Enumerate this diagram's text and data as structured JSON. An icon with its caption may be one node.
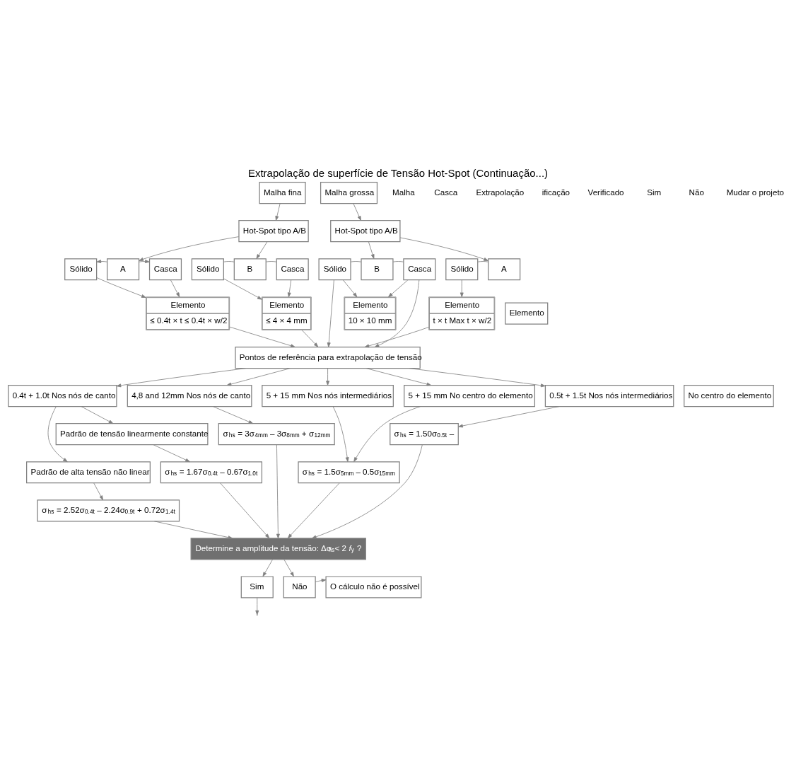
{
  "diagram": {
    "title": "Extrapolação de superfície de Tensão Hot-Spot (Continuação...)",
    "nodes": [
      {
        "text": [
          "Malha fina"
        ]
      },
      {
        "text": [
          "Malha grossa"
        ]
      },
      {
        "text": [
          "Hot-Spot tipo A/B"
        ]
      },
      {
        "text": [
          "Hot-Spot tipo A/B"
        ]
      },
      {
        "text": [
          "Sólido"
        ]
      },
      {
        "text": [
          "A"
        ]
      },
      {
        "text": [
          "Casca"
        ]
      },
      {
        "text": [
          "Sólido"
        ]
      },
      {
        "text": [
          "B"
        ]
      },
      {
        "text": [
          "Casca"
        ]
      },
      {
        "text": [
          "Sólido"
        ]
      },
      {
        "text": [
          "B"
        ]
      },
      {
        "text": [
          "Casca"
        ]
      },
      {
        "text": [
          "Sólido"
        ]
      },
      {
        "text": [
          "A"
        ]
      },
      {
        "text": [
          "Elemento",
          "≤ 0.4t × t ≤ 0.4t × w/2"
        ]
      },
      {
        "text": [
          "Elemento",
          "≤ 4 × 4 mm"
        ]
      },
      {
        "text": [
          "Elemento",
          "10 × 10 mm"
        ]
      },
      {
        "text": [
          "Elemento",
          "t × t Max t × w/2"
        ]
      },
      {
        "text": [
          "Elemento"
        ]
      },
      {
        "text": [
          "Pontos de referência para extrapolação de tensão"
        ]
      },
      {
        "text": [
          "0.4t + 1.0t Nos nós de canto"
        ]
      },
      {
        "text": [
          "4,8 and 12mm Nos nós de canto"
        ]
      },
      {
        "text": [
          "5 + 15 mm Nos nós intermediários"
        ]
      },
      {
        "text": [
          "5 + 15 mm No centro do elemento"
        ]
      },
      {
        "text": [
          "0.5t + 1.5t Nos nós intermediários"
        ]
      },
      {
        "text": [
          "No centro do elemento"
        ]
      },
      {
        "text": [
          "Padrão de tensão linearmente constante"
        ]
      },
      {
        "text": [
          "Padrão de alta tensão não linear"
        ]
      },
      {
        "text": [
          "σ$_{hs}$ = 3σ$_{4mm}$ – 3σ$_{8mm}$ + σ$_{12mm}$"
        ]
      },
      {
        "text": [
          "σ$_{hs}$ = 1.50σ$_{0.5t}$ –"
        ]
      },
      {
        "text": [
          "σ$_{hs}$ = 1.67σ$_{0.4t}$ – 0.67σ$_{1.0t}$"
        ]
      },
      {
        "text": [
          "σ$_{hs}$ = 1.5σ$_{5mm}$ – 0.5σ$_{15mm}$"
        ]
      },
      {
        "text": [
          "σ$_{hs}$ = 2.52σ$_{0.4t}$ – 2.24σ$_{0.9t}$ + 0.72σ$_{1.4t}$"
        ]
      },
      {
        "text": [
          "Determine a amplitude da tensão: Δσ$_{hs}$< 2 *f*$_{y}$ ?"
        ]
      },
      {
        "text": [
          "Sim"
        ]
      },
      {
        "text": [
          "Não"
        ]
      },
      {
        "text": [
          "O cálculo não é possível"
        ]
      }
    ],
    "edges": [
      {
        "from": 0,
        "to": 2,
        "arrow": "to"
      },
      {
        "from": 1,
        "to": 3,
        "arrow": "to"
      },
      {
        "from": 2,
        "to": 5,
        "arrow": "to"
      },
      {
        "from": 2,
        "to": 8,
        "arrow": "to"
      },
      {
        "from": 3,
        "to": 11,
        "arrow": "to"
      },
      {
        "from": 3,
        "to": 14,
        "arrow": "to"
      },
      {
        "from": 5,
        "to": 4,
        "arrow": "to"
      },
      {
        "from": 5,
        "to": 6,
        "arrow": "to"
      },
      {
        "from": 7,
        "to": 8,
        "arrow": "none"
      },
      {
        "from": 8,
        "to": 9,
        "arrow": "none"
      },
      {
        "from": 10,
        "to": 11,
        "arrow": "none"
      },
      {
        "from": 11,
        "to": 12,
        "arrow": "none"
      },
      {
        "from": 13,
        "to": 14,
        "arrow": "none"
      },
      {
        "from": 4,
        "to": 15,
        "arrow": "to"
      },
      {
        "from": 6,
        "to": 15,
        "arrow": "to"
      },
      {
        "from": 7,
        "to": 16,
        "arrow": "to"
      },
      {
        "from": 9,
        "to": 16,
        "arrow": "to"
      },
      {
        "from": 10,
        "to": 17,
        "arrow": "to"
      },
      {
        "from": 12,
        "to": 17,
        "arrow": "to"
      },
      {
        "from": 13,
        "to": 18,
        "arrow": "to"
      },
      {
        "from": 15,
        "to": 20,
        "arrow": "to"
      },
      {
        "from": 16,
        "to": 20,
        "arrow": "to"
      },
      {
        "from": 10,
        "to": 20,
        "arrow": "to"
      },
      {
        "from": 12,
        "to": 20,
        "arrow": "to"
      },
      {
        "from": 18,
        "to": 20,
        "arrow": "to"
      },
      {
        "from": 20,
        "to": 21,
        "arrow": "to"
      },
      {
        "from": 20,
        "to": 22,
        "arrow": "to"
      },
      {
        "from": 20,
        "to": 23,
        "arrow": "to"
      },
      {
        "from": 20,
        "to": 24,
        "arrow": "to"
      },
      {
        "from": 20,
        "to": 25,
        "arrow": "to"
      },
      {
        "from": 21,
        "to": 27,
        "arrow": "to"
      },
      {
        "from": 21,
        "to": 28,
        "arrow": "to"
      },
      {
        "from": 22,
        "to": 29,
        "arrow": "to"
      },
      {
        "from": 23,
        "to": 32,
        "arrow": "to"
      },
      {
        "from": 24,
        "to": 32,
        "arrow": "to"
      },
      {
        "from": 25,
        "to": 30,
        "arrow": "to"
      },
      {
        "from": 27,
        "to": 31,
        "arrow": "to"
      },
      {
        "from": 28,
        "to": 33,
        "arrow": "to"
      },
      {
        "from": 33,
        "to": 34,
        "arrow": "to"
      },
      {
        "from": 31,
        "to": 34,
        "arrow": "to"
      },
      {
        "from": 29,
        "to": 34,
        "arrow": "to"
      },
      {
        "from": 32,
        "to": 34,
        "arrow": "to"
      },
      {
        "from": 30,
        "to": 34,
        "arrow": "to"
      },
      {
        "from": 34,
        "to": 35,
        "arrow": "to"
      },
      {
        "from": 34,
        "to": 36,
        "arrow": "to"
      },
      {
        "from": 36,
        "to": 37,
        "arrow": "to"
      },
      {
        "from": 35,
        "to": null,
        "arrow": "to"
      }
    ],
    "labels": [
      "Malha",
      "Casca",
      "Extrapolação",
      "ificação",
      "Verificado",
      "Sim",
      "Não",
      "Mudar o projeto"
    ]
  }
}
